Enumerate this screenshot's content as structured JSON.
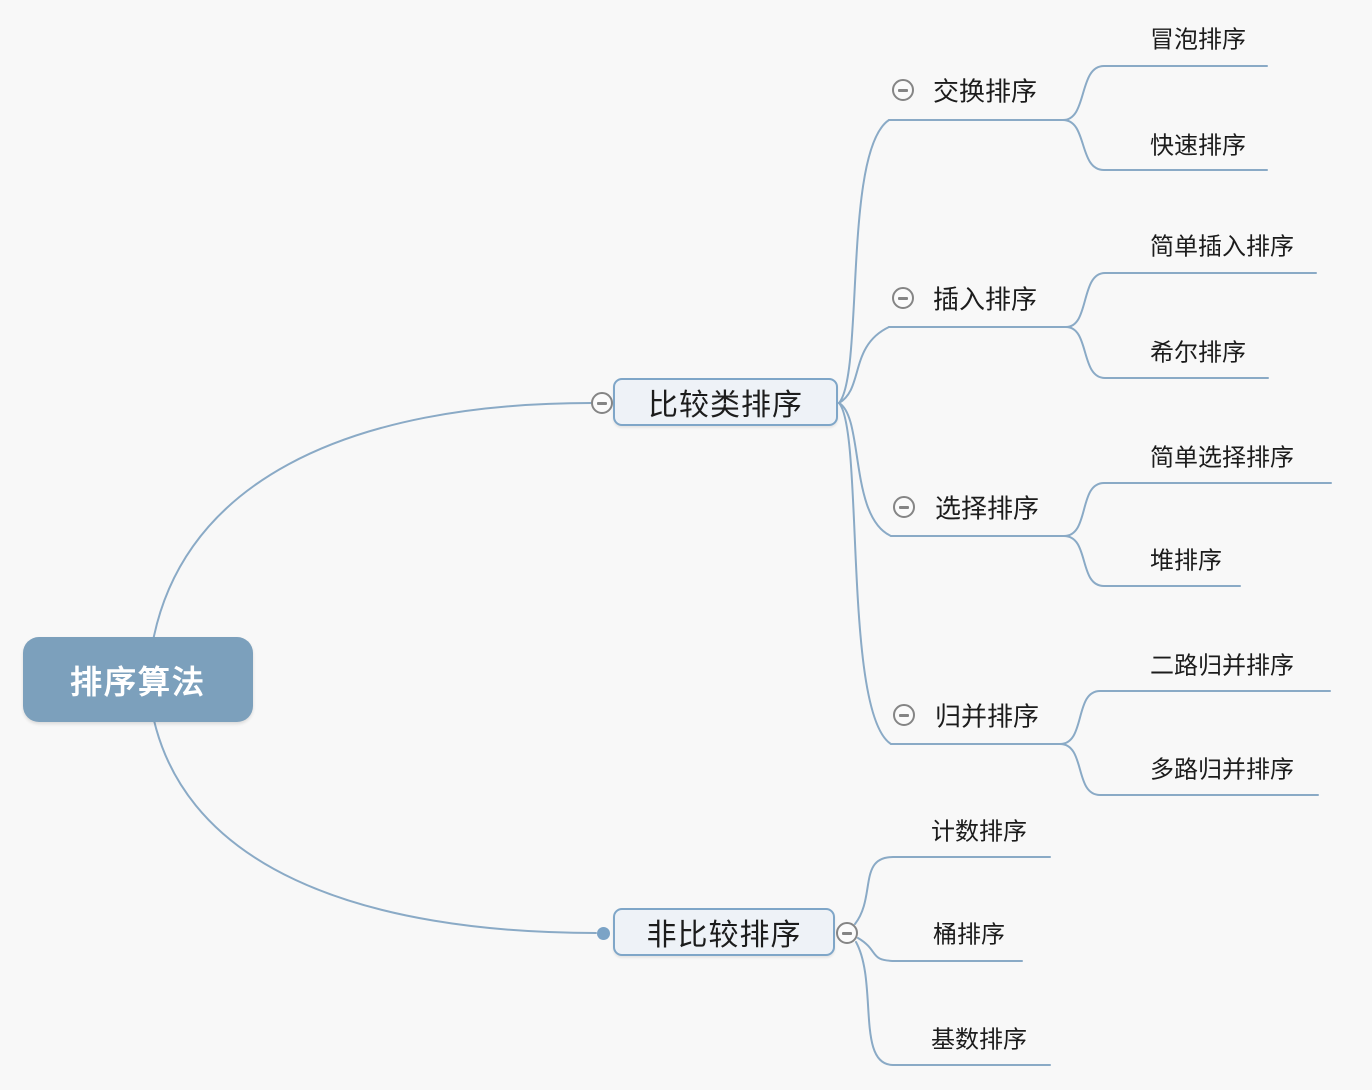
{
  "theme": {
    "bg": "#f8f8f8",
    "line": "#8aaac6",
    "rootfill": "#7ca0bc",
    "boxfill": "#eef2f7",
    "boxborder": "#7fa6c8",
    "ink": "#1c1c1c",
    "iconline": "#858585",
    "dot": "#7ba3c6"
  },
  "icons": {
    "collapse": "minus-circle",
    "connection": "dot"
  },
  "root": {
    "label": "排序算法"
  },
  "branches": [
    {
      "label": "比较类排序",
      "children": [
        {
          "label": "交换排序",
          "children": [
            {
              "label": "冒泡排序"
            },
            {
              "label": "快速排序"
            }
          ]
        },
        {
          "label": "插入排序",
          "children": [
            {
              "label": "简单插入排序"
            },
            {
              "label": "希尔排序"
            }
          ]
        },
        {
          "label": "选择排序",
          "children": [
            {
              "label": "简单选择排序"
            },
            {
              "label": "堆排序"
            }
          ]
        },
        {
          "label": "归并排序",
          "children": [
            {
              "label": "二路归并排序"
            },
            {
              "label": "多路归并排序"
            }
          ]
        }
      ]
    },
    {
      "label": "非比较排序",
      "children": [
        {
          "label": "计数排序"
        },
        {
          "label": "桶排序"
        },
        {
          "label": "基数排序"
        }
      ]
    }
  ]
}
